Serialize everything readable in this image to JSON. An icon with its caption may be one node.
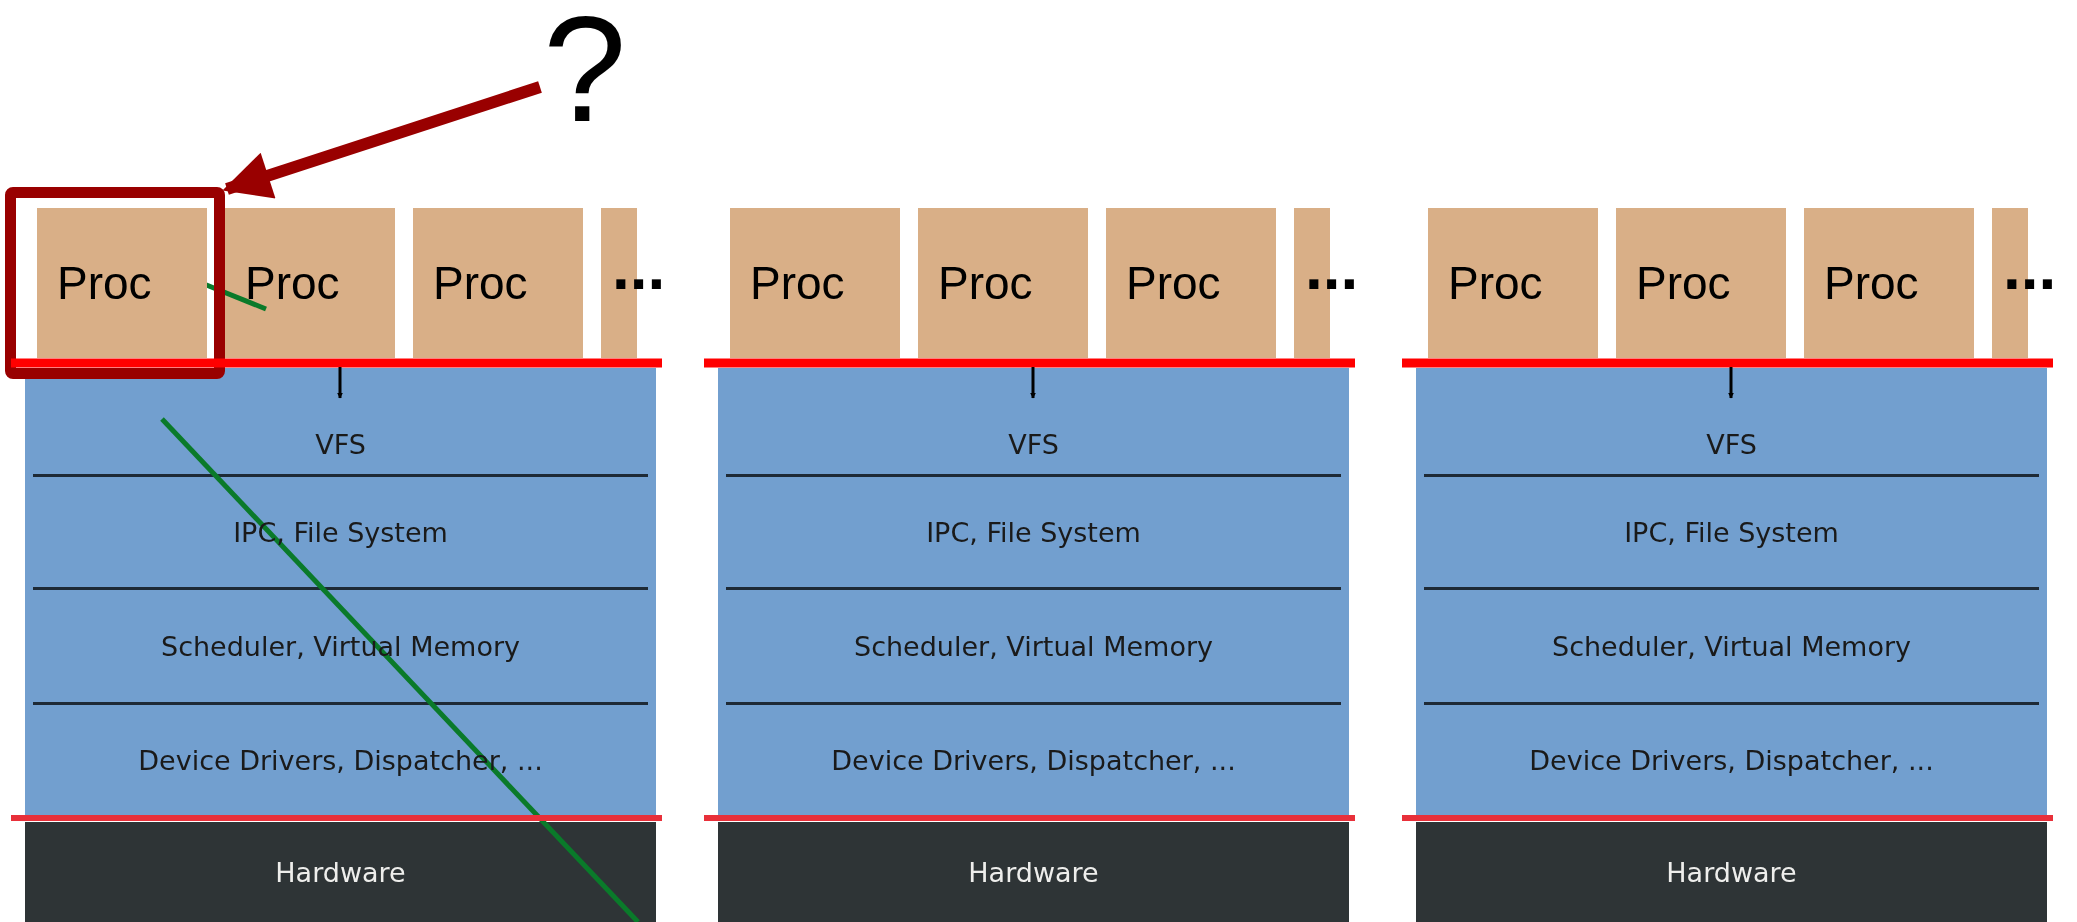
{
  "diagram": {
    "nodes": [
      {
        "text": [
          "?"
        ]
      },
      {
        "text": [],
        "shape": "box"
      },
      {
        "text": [
          "Proc"
        ],
        "in": 1
      },
      {
        "text": [
          "Proc"
        ]
      },
      {
        "text": [
          "Proc"
        ]
      },
      {
        "text": [],
        "shape": "box"
      },
      {
        "text": [],
        "shape": "box"
      },
      {
        "text": [
          "VFS"
        ],
        "in": 6
      },
      {
        "text": [
          "IPC, File System"
        ],
        "in": 6
      },
      {
        "text": [
          "Scheduler, Virtual Memory"
        ],
        "in": 6
      },
      {
        "text": [
          "Device Drivers, Dispatcher, ..."
        ],
        "in": 6
      },
      {
        "text": [
          "Hardware"
        ]
      },
      {
        "text": [
          "Proc"
        ]
      },
      {
        "text": [
          "Proc"
        ]
      },
      {
        "text": [
          "Proc"
        ]
      },
      {
        "text": [],
        "shape": "box"
      },
      {
        "text": [],
        "shape": "box"
      },
      {
        "text": [
          "VFS"
        ],
        "in": 16
      },
      {
        "text": [
          "IPC, File System"
        ],
        "in": 16
      },
      {
        "text": [
          "Scheduler, Virtual Memory"
        ],
        "in": 16
      },
      {
        "text": [
          "Device Drivers, Dispatcher, ..."
        ],
        "in": 16
      },
      {
        "text": [
          "Hardware"
        ]
      },
      {
        "text": [
          "Proc"
        ]
      },
      {
        "text": [
          "Proc"
        ]
      },
      {
        "text": [
          "Proc"
        ]
      },
      {
        "text": [],
        "shape": "box"
      },
      {
        "text": [],
        "shape": "box"
      },
      {
        "text": [
          "VFS"
        ],
        "in": 26
      },
      {
        "text": [
          "IPC, File System"
        ],
        "in": 26
      },
      {
        "text": [
          "Scheduler, Virtual Memory"
        ],
        "in": 26
      },
      {
        "text": [
          "Device Drivers, Dispatcher, ..."
        ],
        "in": 26
      },
      {
        "text": [
          "Hardware"
        ]
      }
    ],
    "edges": [
      {
        "from": 0,
        "to": 1,
        "arrow": "to",
        "style": "thick",
        "color": "#990000"
      },
      {
        "from": null,
        "to": 7,
        "arrow": "to"
      },
      {
        "from": null,
        "to": 17,
        "arrow": "to"
      },
      {
        "from": null,
        "to": 27,
        "arrow": "to"
      }
    ],
    "labels": [
      "...",
      "...",
      "..."
    ]
  }
}
